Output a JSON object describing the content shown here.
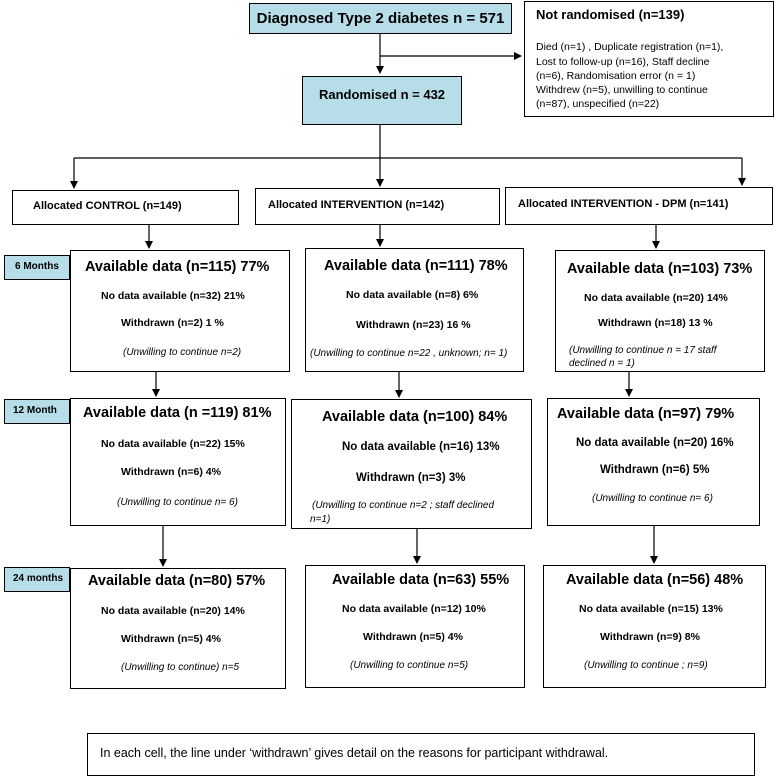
{
  "top": {
    "diagnosed": "Diagnosed Type 2 diabetes n = 571",
    "randomised": "Randomised n = 432"
  },
  "not_randomised": {
    "title": "Not randomised (n=139)",
    "lines": [
      "Died (n=1) , Duplicate registration (n=1),",
      "Lost to follow-up (n=16),  Staff decline",
      "(n=6),  Randomisation error (n = 1)",
      "Withdrew (n=5), unwilling to continue",
      "(n=87),  unspecified (n=22)"
    ]
  },
  "arms": {
    "control": "Allocated CONTROL  (n=149)",
    "intervention": "Allocated    INTERVENTION  (n=142)",
    "intervention_dpm": "Allocated    INTERVENTION - DPM (n=141)"
  },
  "timepoints": {
    "m6": "6 Months",
    "m12": "12 Month",
    "m24": "24 months"
  },
  "cells": {
    "m6_control": {
      "available": "Available data (n=115) 77%",
      "no_data": "No data available (n=32) 21%",
      "withdrawn": "Withdrawn (n=2) 1 %",
      "reasons_1": "(Unwilling to continue n=2)",
      "reasons_2": ""
    },
    "m6_intervention": {
      "available": "Available data (n=111) 78%",
      "no_data": "No data available (n=8) 6%",
      "withdrawn": "Withdrawn (n=23) 16 %",
      "reasons_1": "(Unwilling to continue n=22 , unknown; n= 1)",
      "reasons_2": ""
    },
    "m6_dpm": {
      "available": "Available data (n=103) 73%",
      "no_data": "No data available (n=20) 14%",
      "withdrawn": "Withdrawn (n=18) 13 %",
      "reasons_1": "(Unwilling to continue n = 17    staff",
      "reasons_2": "declined n = 1)"
    },
    "m12_control": {
      "available": "Available data (n =119) 81%",
      "no_data": "No data available (n=22) 15%",
      "withdrawn": "Withdrawn (n=6) 4%",
      "reasons_1": "(Unwilling to continue n= 6)",
      "reasons_2": ""
    },
    "m12_intervention": {
      "available": "Available data (n=100) 84%",
      "no_data": "No data available (n=16) 13%",
      "withdrawn": "Withdrawn (n=3) 3%",
      "reasons_1": "(Unwilling to continue   n=2 ;  staff declined",
      "reasons_2": "n=1)"
    },
    "m12_dpm": {
      "available": "Available data (n=97)    79%",
      "no_data": "No data available (n=20) 16%",
      "withdrawn": "Withdrawn (n=6) 5%",
      "reasons_1": "(Unwilling to continue    n= 6)",
      "reasons_2": ""
    },
    "m24_control": {
      "available": "Available data (n=80) 57%",
      "no_data": "No data available (n=20) 14%",
      "withdrawn": "Withdrawn (n=5)  4%",
      "reasons_1": "(Unwilling to continue)   n=5",
      "reasons_2": ""
    },
    "m24_intervention": {
      "available": "Available data (n=63) 55%",
      "no_data": "No data available (n=12) 10%",
      "withdrawn": "Withdrawn (n=5) 4%",
      "reasons_1": "(Unwilling to continue    n=5)",
      "reasons_2": ""
    },
    "m24_dpm": {
      "available": "Available data (n=56) 48%",
      "no_data": "No data available (n=15) 13%",
      "withdrawn": "Withdrawn (n=9) 8%",
      "reasons_1": "(Unwilling to continue ; n=9)",
      "reasons_2": ""
    }
  },
  "footnote": "In each cell, the   line under ‘withdrawn’  gives detail on the reasons for participant withdrawal.",
  "colors": {
    "box_fill": "#b7dde8",
    "line": "#000000"
  }
}
